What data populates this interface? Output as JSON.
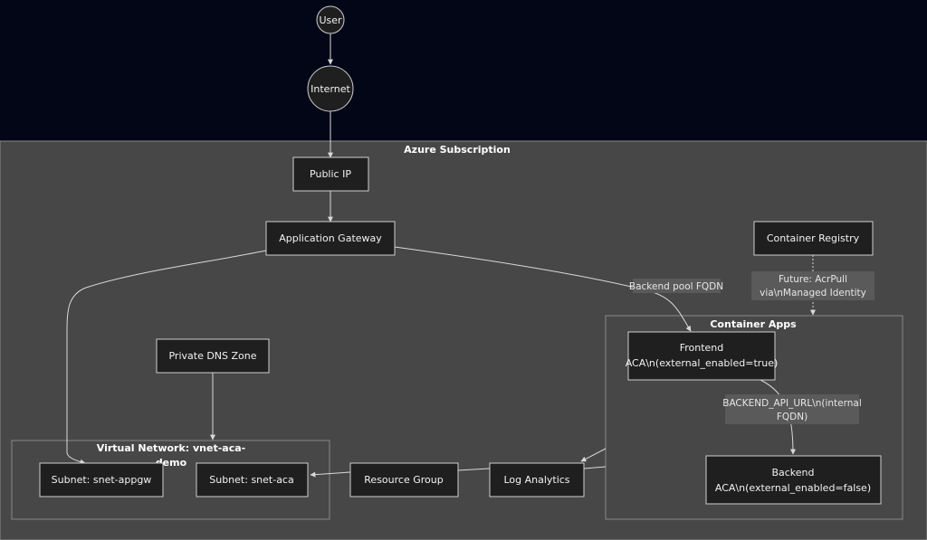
{
  "diagram": {
    "clusters": {
      "azure": "Azure Subscription",
      "container_apps": "Container Apps",
      "vnet_line1": "Virtual Network: vnet-aca-",
      "vnet_line2": "demo"
    },
    "nodes": {
      "user": "User",
      "internet": "Internet",
      "public_ip": "Public IP",
      "app_gateway": "Application Gateway",
      "container_registry": "Container Registry",
      "private_dns": "Private DNS Zone",
      "frontend_line1": "Frontend",
      "frontend_line2": "ACA\\n(external_enabled=true)",
      "backend_line1": "Backend",
      "backend_line2": "ACA\\n(external_enabled=false)",
      "subnet_appgw": "Subnet: snet-appgw",
      "subnet_aca": "Subnet: snet-aca",
      "resource_group": "Resource Group",
      "log_analytics": "Log Analytics"
    },
    "edge_labels": {
      "backend_pool": "Backend pool FQDN",
      "future_line1": "Future: AcrPull",
      "future_line2": "via\\nManaged Identity",
      "backend_api_line1": "BACKEND_API_URL\\n(internal",
      "backend_api_line2": "FQDN)"
    }
  }
}
